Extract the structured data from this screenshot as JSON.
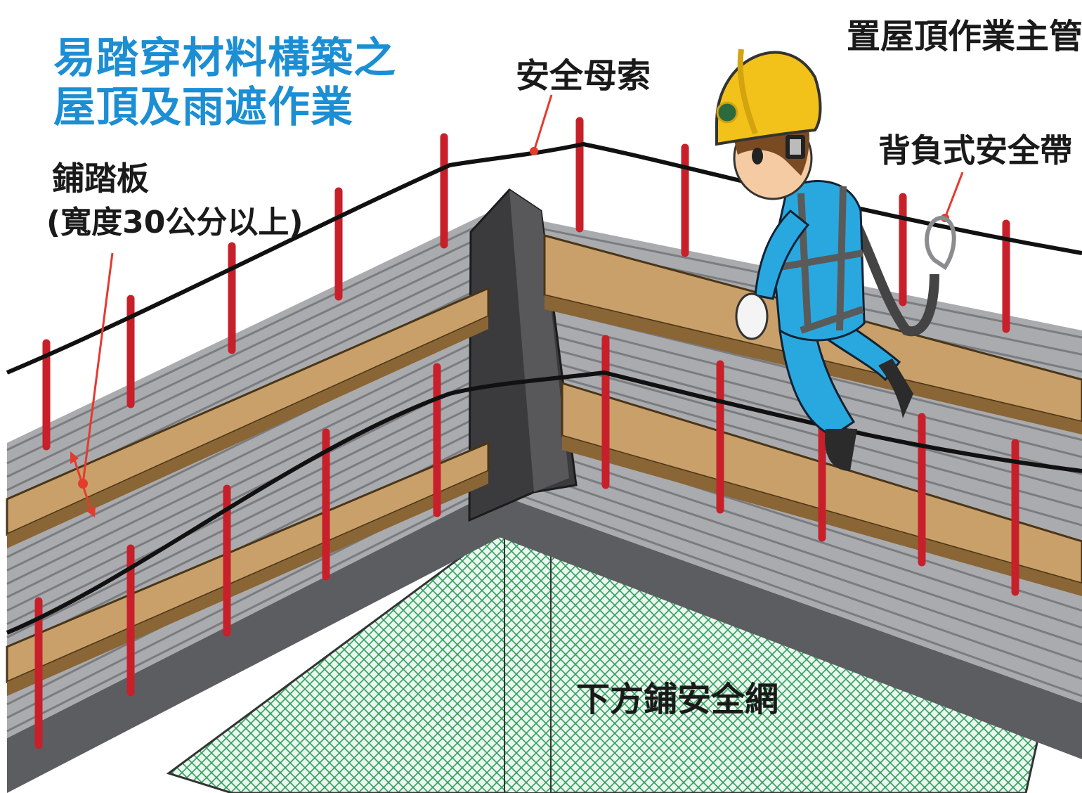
{
  "title": {
    "line1": "易踏穿材料構築之",
    "line2": "屋頂及雨遮作業"
  },
  "labels": {
    "lifeline": "安全母索",
    "supervisor": "置屋頂作業主管",
    "harness": "背負式安全帶",
    "board_name": "鋪踏板",
    "board_width": "(寬度30公分以上)",
    "net": "下方鋪安全網"
  },
  "icons": {
    "worker": "worker-with-yellow-helmet-icon",
    "carabiner": "carabiner-hook-icon"
  },
  "colors": {
    "title_blue": "#1b8ed4",
    "post_red": "#c8202a",
    "board_tan": "#c9a06a",
    "roof_gray": "#a9abaf",
    "net_green": "#2e9e5b",
    "helmet_yellow": "#f2c21b",
    "suit_blue": "#29a8e0"
  }
}
